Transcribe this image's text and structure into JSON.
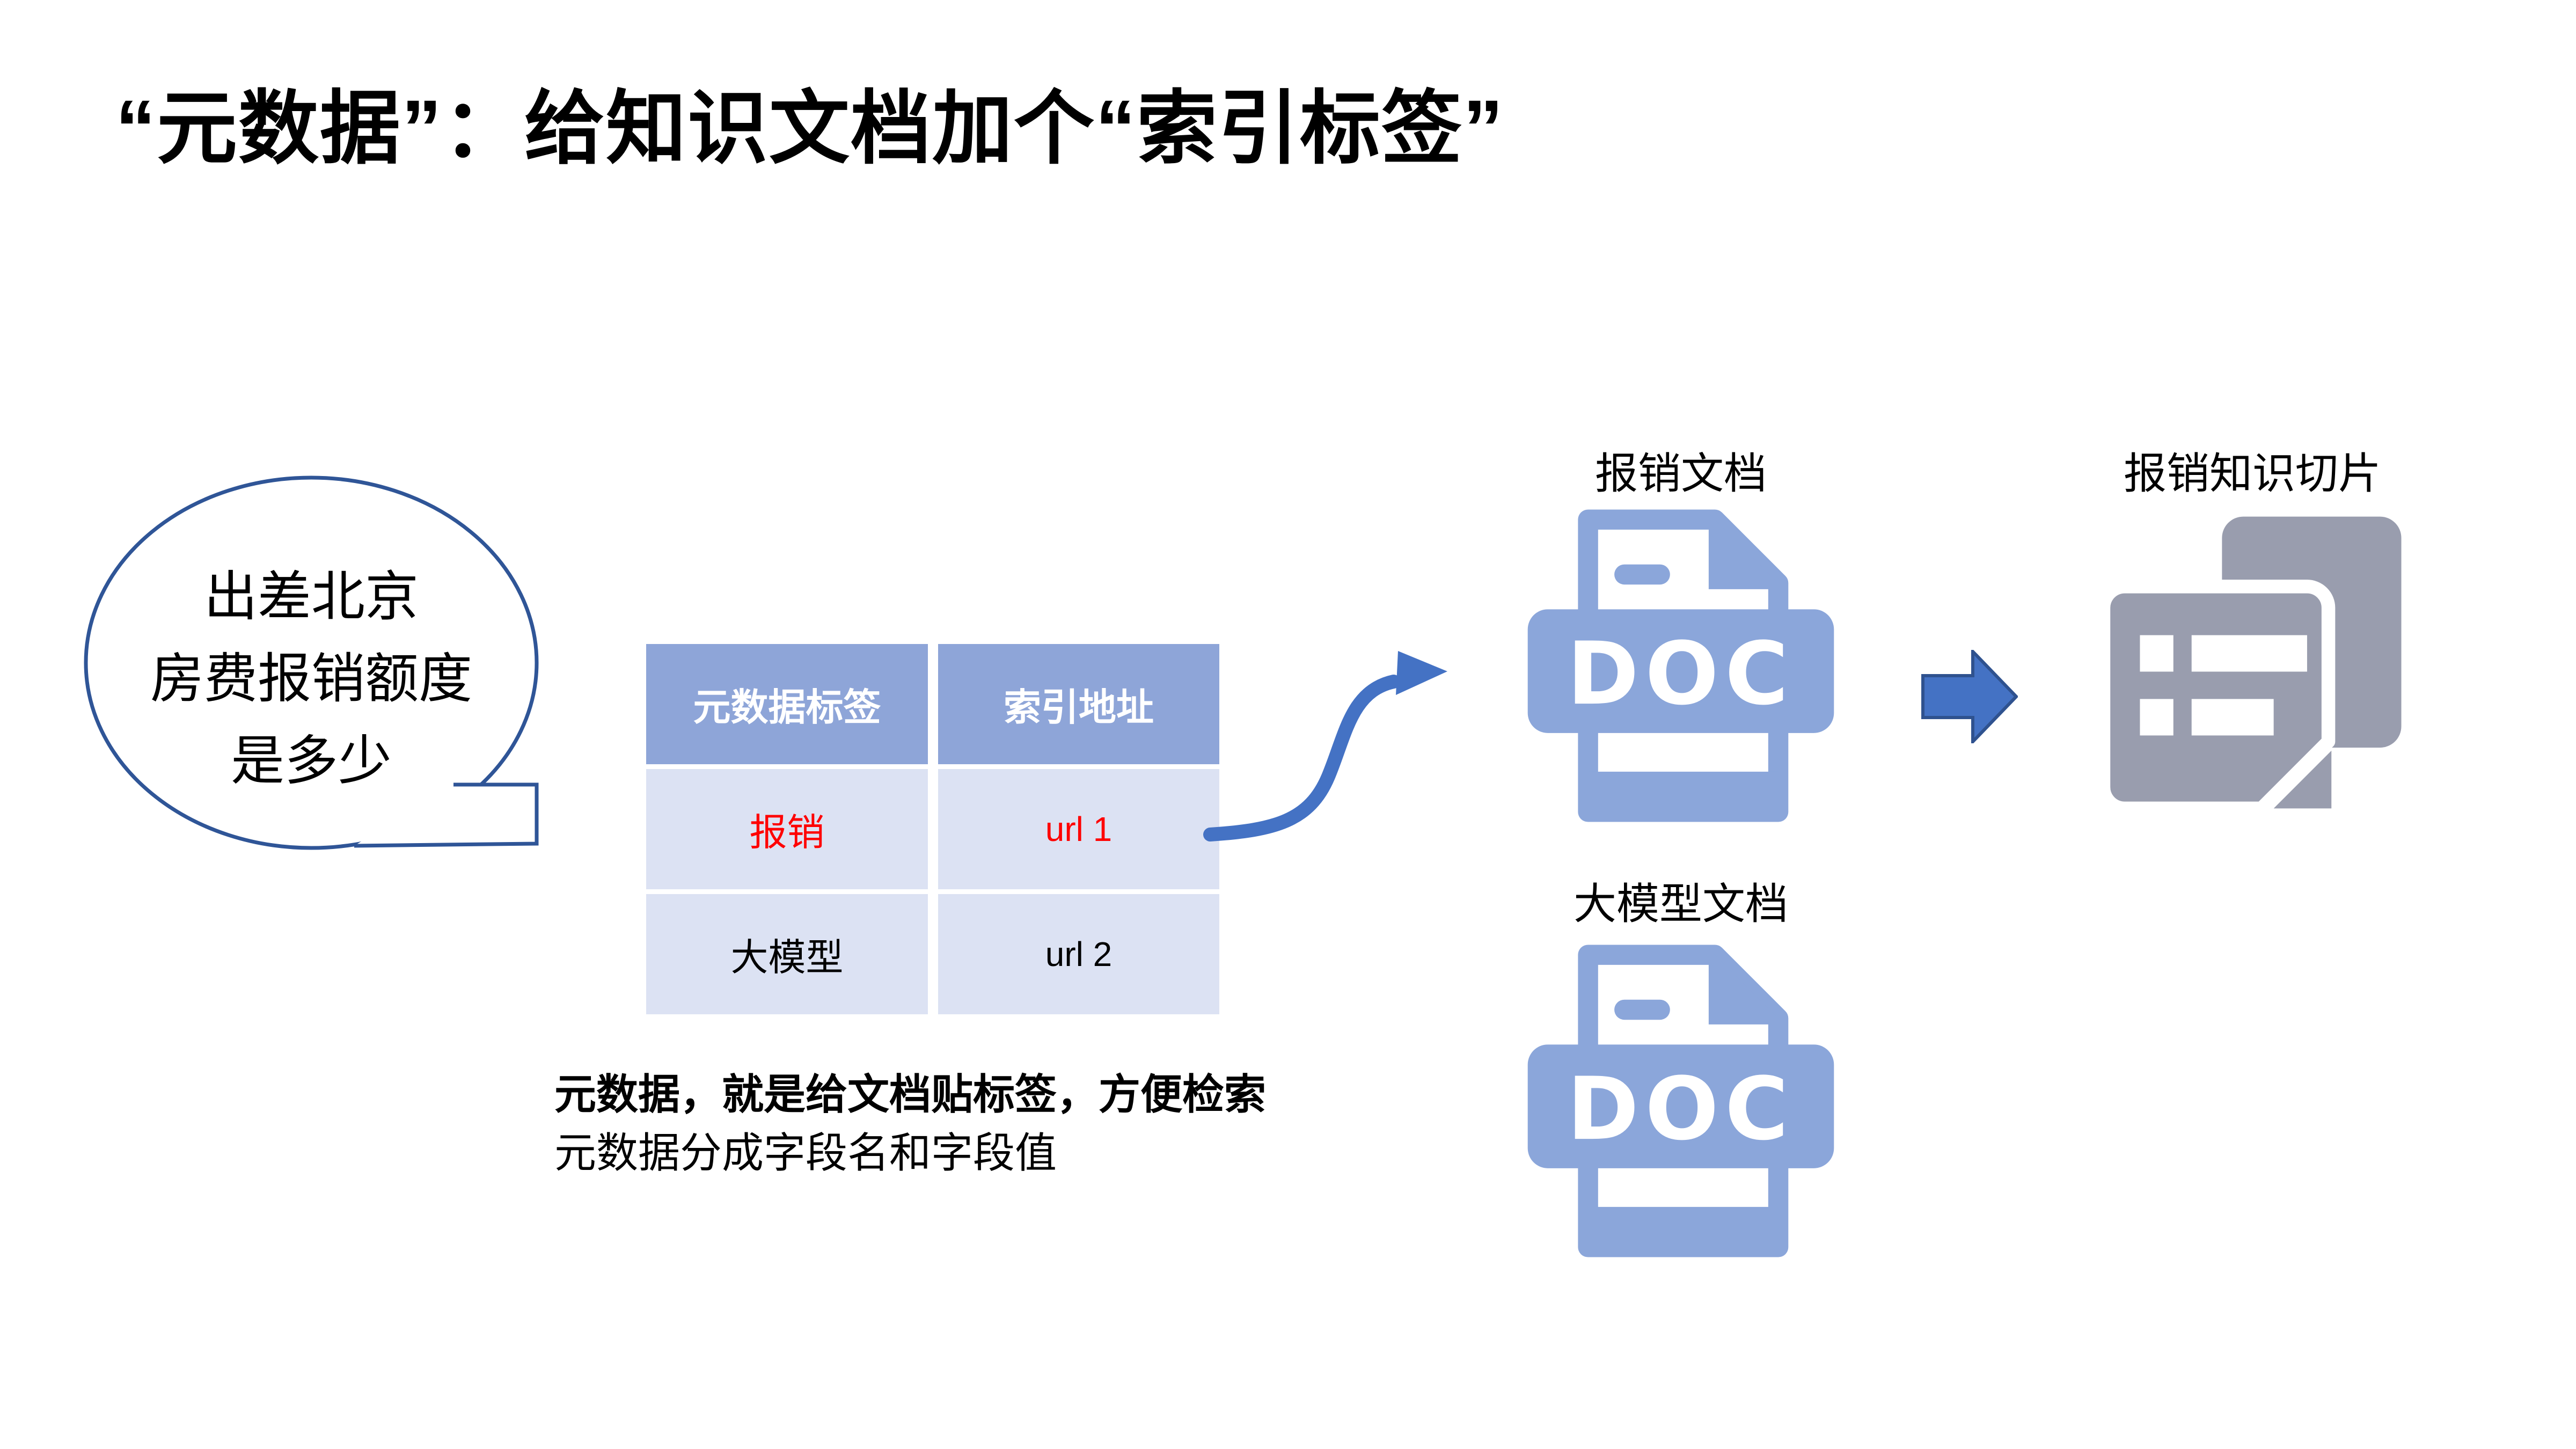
{
  "slide": {
    "title": "“元数据”：给知识文档加个“索引标签”",
    "bubble": {
      "line1": "出差北京",
      "line2": "房费报销额度",
      "line3": "是多少"
    },
    "table": {
      "headers": [
        "元数据标签",
        "索引地址"
      ],
      "rows": [
        {
          "tag": "报销",
          "url": "url 1",
          "highlighted": true
        },
        {
          "tag": "大模型",
          "url": "url 2",
          "highlighted": false
        }
      ]
    },
    "caption": {
      "line1": "元数据，就是给文档贴标签，方便检索",
      "line2": "元数据分成字段名和字段值"
    },
    "doc1_label": "报销文档",
    "doc2_label": "大模型文档",
    "slices_label": "报销知识切片",
    "doc_badge": "DOC",
    "colors": {
      "icon_blue": "#8BA6DA",
      "table_header_blue": "#8EA5D8",
      "table_row_light": "#DCE2F3",
      "arrow_blue": "#4472C4",
      "arrow_border": "#2F528F",
      "bubble_outline": "#2F5597",
      "slices_gray": "#999DAE",
      "highlight_red": "#FF0000",
      "text_black": "#000000"
    }
  }
}
